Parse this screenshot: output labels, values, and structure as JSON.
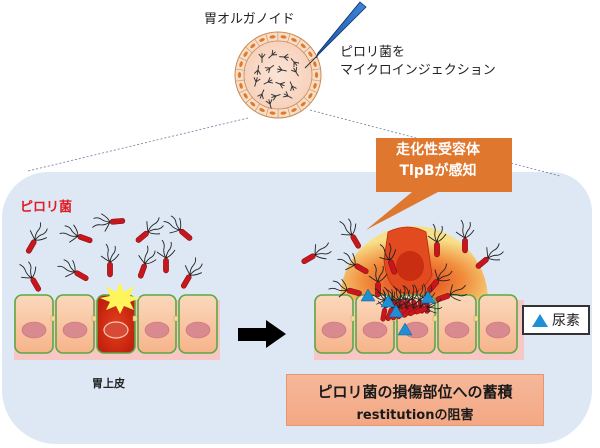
{
  "organoid": {
    "title": "胃オルガノイド",
    "injection_line1": "ピロリ菌を",
    "injection_line2": "マイクロインジェクション"
  },
  "left_panel": {
    "bacteria_label": "ピロリ菌",
    "epithelium_label": "胃上皮"
  },
  "callout": {
    "line1": "走化性受容体",
    "line2": "TlpBが感知"
  },
  "legend": {
    "urea_label": "尿素",
    "urea_symbol": "triangle"
  },
  "result": {
    "line1": "ピロリ菌の損傷部位への蓄積",
    "line2": "restitutionの阻害"
  },
  "colors": {
    "panel_bg": "#dde8f4",
    "bacteria_red": "#c8161d",
    "label_red": "#e01b22",
    "callout_orange": "#e0772e",
    "urea_blue": "#1e8fd6",
    "result_box": "#f5b89a",
    "cell_fill": "#f8c9a4",
    "nucleus": "#d98a8f",
    "membrane_green": "#5aa844",
    "basement": "#f7c7c4"
  }
}
